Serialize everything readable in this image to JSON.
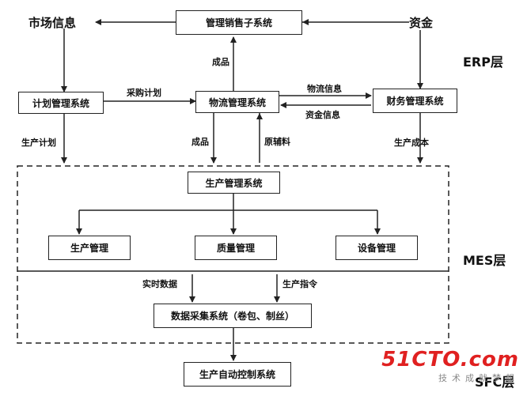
{
  "nodes": {
    "sales": "管理销售子系统",
    "planning": "计划管理系统",
    "logistics": "物流管理系统",
    "finance": "财务管理系统",
    "mes_main": "生产管理系统",
    "production": "生产管理",
    "quality": "质量管理",
    "equipment": "设备管理",
    "data_collect": "数据采集系统（卷包、制丝）",
    "automation": "生产自动控制系统"
  },
  "labels": {
    "market_info": "市场信息",
    "funds": "资金",
    "finished_goods_up": "成品",
    "purchase_plan": "采购计划",
    "logistics_info": "物流信息",
    "funds_info": "资金信息",
    "production_plan": "生产计划",
    "finished_goods_down": "成品",
    "raw_materials": "原辅料",
    "production_cost": "生产成本",
    "realtime_data": "实时数据",
    "production_order": "生产指令"
  },
  "layers": {
    "erp": "ERP层",
    "mes": "MES层",
    "sfc": "SFC层"
  },
  "watermark": {
    "logo": "51CTO.com",
    "sub": "技术成就梦想"
  }
}
